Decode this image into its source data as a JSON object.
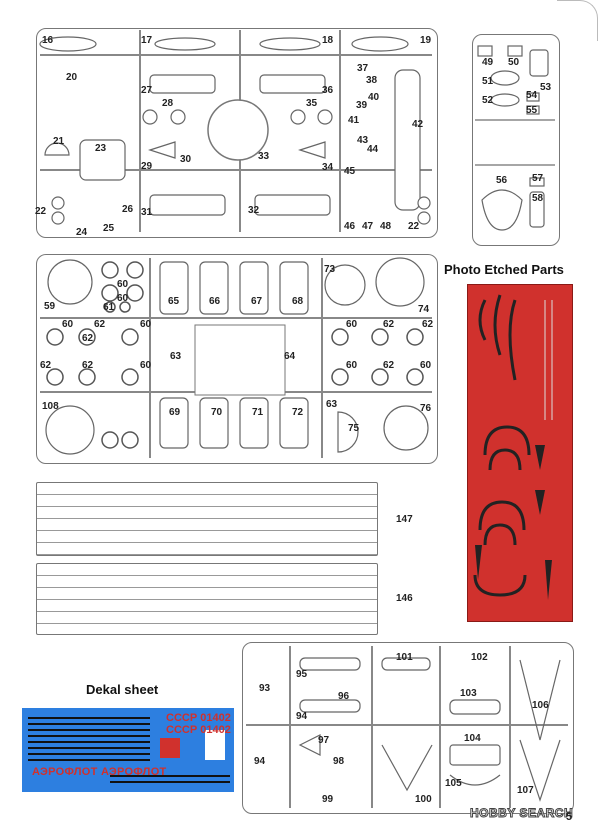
{
  "sprue_a_numbers": [
    "16",
    "17",
    "18",
    "19",
    "20",
    "21",
    "22",
    "22",
    "23",
    "24",
    "25",
    "26",
    "27",
    "28",
    "29",
    "30",
    "31",
    "32",
    "33",
    "34",
    "35",
    "36",
    "37",
    "38",
    "39",
    "40",
    "41",
    "42",
    "43",
    "44",
    "45",
    "46",
    "47",
    "48"
  ],
  "sprue_b_numbers": [
    "49",
    "50",
    "51",
    "52",
    "53",
    "54",
    "55",
    "56",
    "57",
    "58"
  ],
  "sprue_c_numbers": [
    "59",
    "60",
    "60",
    "60",
    "60",
    "60",
    "60",
    "60",
    "60",
    "61",
    "62",
    "62",
    "62",
    "62",
    "62",
    "62",
    "62",
    "63",
    "63",
    "64",
    "65",
    "66",
    "67",
    "68",
    "69",
    "70",
    "71",
    "72",
    "73",
    "74",
    "75",
    "76",
    "108"
  ],
  "panel_numbers": {
    "upper": "147",
    "lower": "146"
  },
  "sprue_d_numbers": [
    "93",
    "94",
    "94",
    "95",
    "96",
    "97",
    "98",
    "99",
    "100",
    "101",
    "102",
    "103",
    "104",
    "105",
    "106",
    "107"
  ],
  "headers": {
    "photo_etched": "Photo Etched Parts",
    "decal": "Dekal sheet"
  },
  "decal_text": {
    "reg1": "СССР 01402",
    "reg2": "СССР 01402",
    "aeroflot": "АЭРОФЛОТ АЭРОФЛОТ"
  },
  "watermark": {
    "text": "HOBBY SEARCH",
    "page": "5"
  },
  "colors": {
    "etch": "#d0312d",
    "decal": "#2d7fe0"
  }
}
